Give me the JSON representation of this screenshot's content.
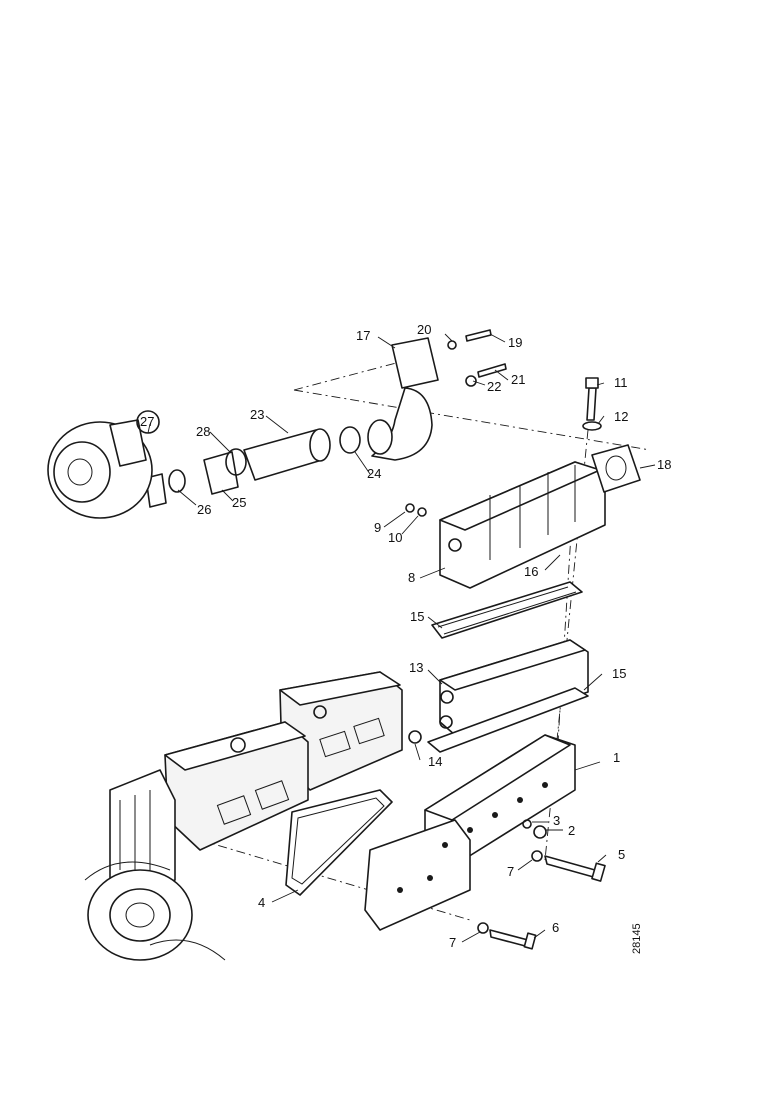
{
  "drawing_number": "28145",
  "callouts": [
    {
      "id": "c1",
      "text": "1"
    },
    {
      "id": "c2",
      "text": "2"
    },
    {
      "id": "c3",
      "text": "3"
    },
    {
      "id": "c4",
      "text": "4"
    },
    {
      "id": "c5",
      "text": "5"
    },
    {
      "id": "c6",
      "text": "6"
    },
    {
      "id": "c7a",
      "text": "7"
    },
    {
      "id": "c7b",
      "text": "7"
    },
    {
      "id": "c8",
      "text": "8"
    },
    {
      "id": "c9",
      "text": "9"
    },
    {
      "id": "c10",
      "text": "10"
    },
    {
      "id": "c11",
      "text": "11"
    },
    {
      "id": "c12",
      "text": "12"
    },
    {
      "id": "c13",
      "text": "13"
    },
    {
      "id": "c14",
      "text": "14"
    },
    {
      "id": "c15a",
      "text": "15"
    },
    {
      "id": "c15b",
      "text": "15"
    },
    {
      "id": "c16",
      "text": "16"
    },
    {
      "id": "c17",
      "text": "17"
    },
    {
      "id": "c18",
      "text": "18"
    },
    {
      "id": "c19",
      "text": "19"
    },
    {
      "id": "c20",
      "text": "20"
    },
    {
      "id": "c21",
      "text": "21"
    },
    {
      "id": "c22",
      "text": "22"
    },
    {
      "id": "c23",
      "text": "23"
    },
    {
      "id": "c24",
      "text": "24"
    },
    {
      "id": "c25",
      "text": "25"
    },
    {
      "id": "c26",
      "text": "26"
    },
    {
      "id": "c27",
      "text": "27"
    },
    {
      "id": "c28",
      "text": "28"
    }
  ]
}
